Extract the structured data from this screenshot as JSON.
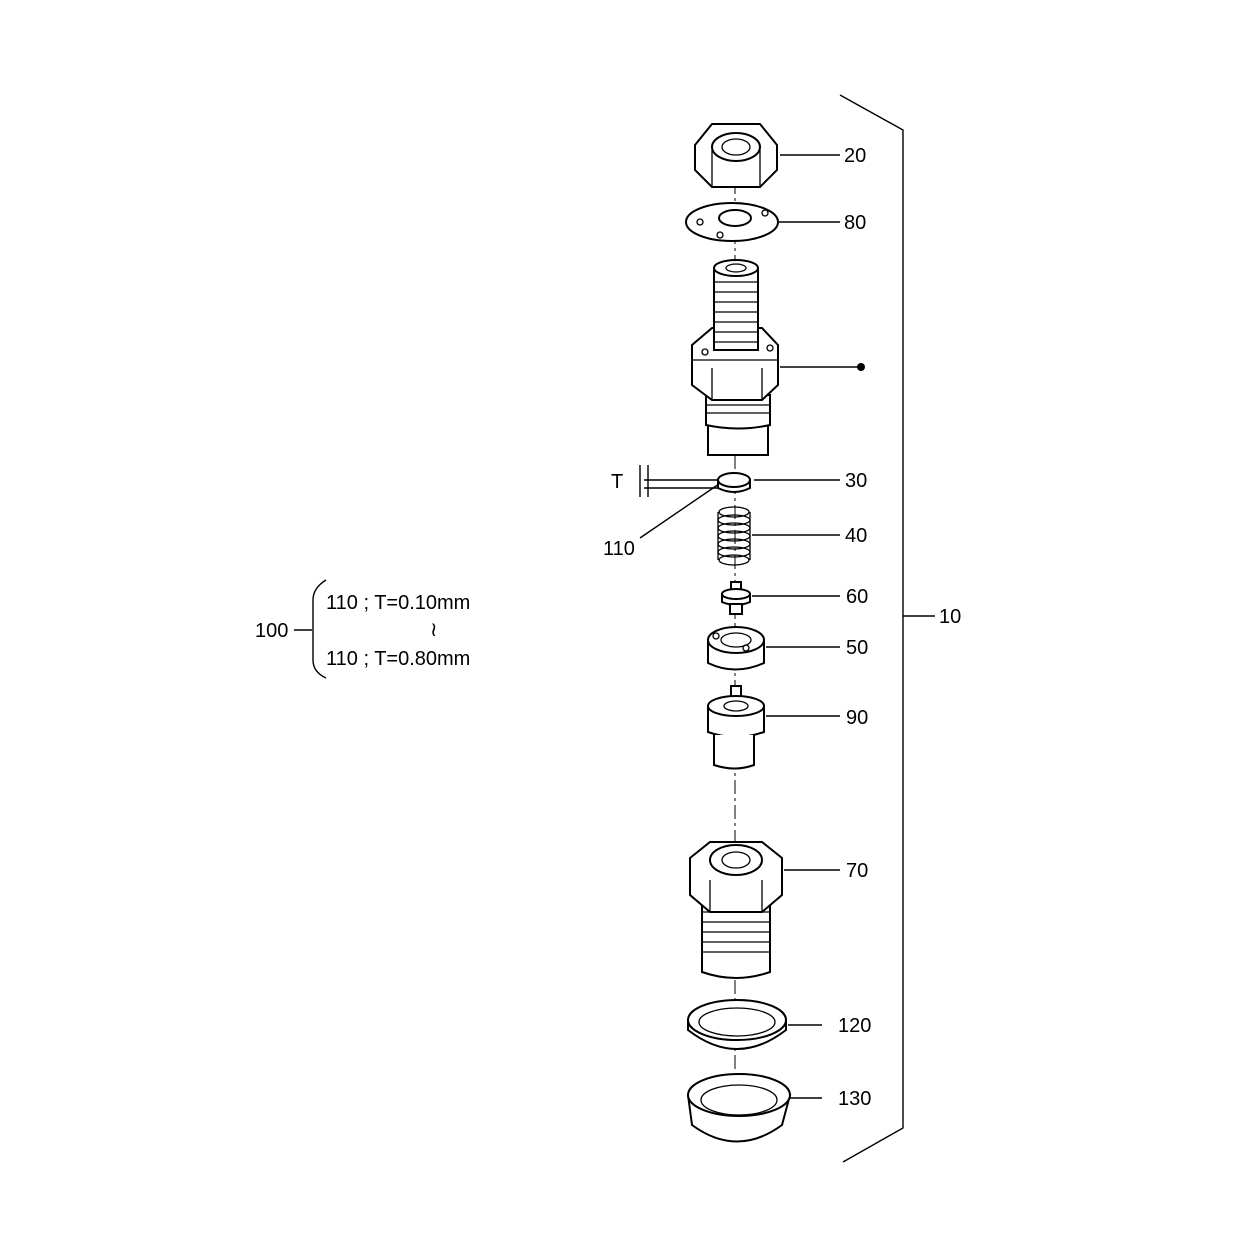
{
  "callouts": {
    "c20": "20",
    "c80": "80",
    "c30": "30",
    "c40": "40",
    "c60": "60",
    "c50": "50",
    "c90": "90",
    "c70": "70",
    "c120": "120",
    "c130": "130",
    "c10": "10",
    "c110": "110",
    "cT": "T"
  },
  "shim_note": {
    "ref": "100",
    "line1": "110 ; T=0.10mm",
    "tilde": "≀",
    "line2": "110 ; T=0.80mm"
  }
}
